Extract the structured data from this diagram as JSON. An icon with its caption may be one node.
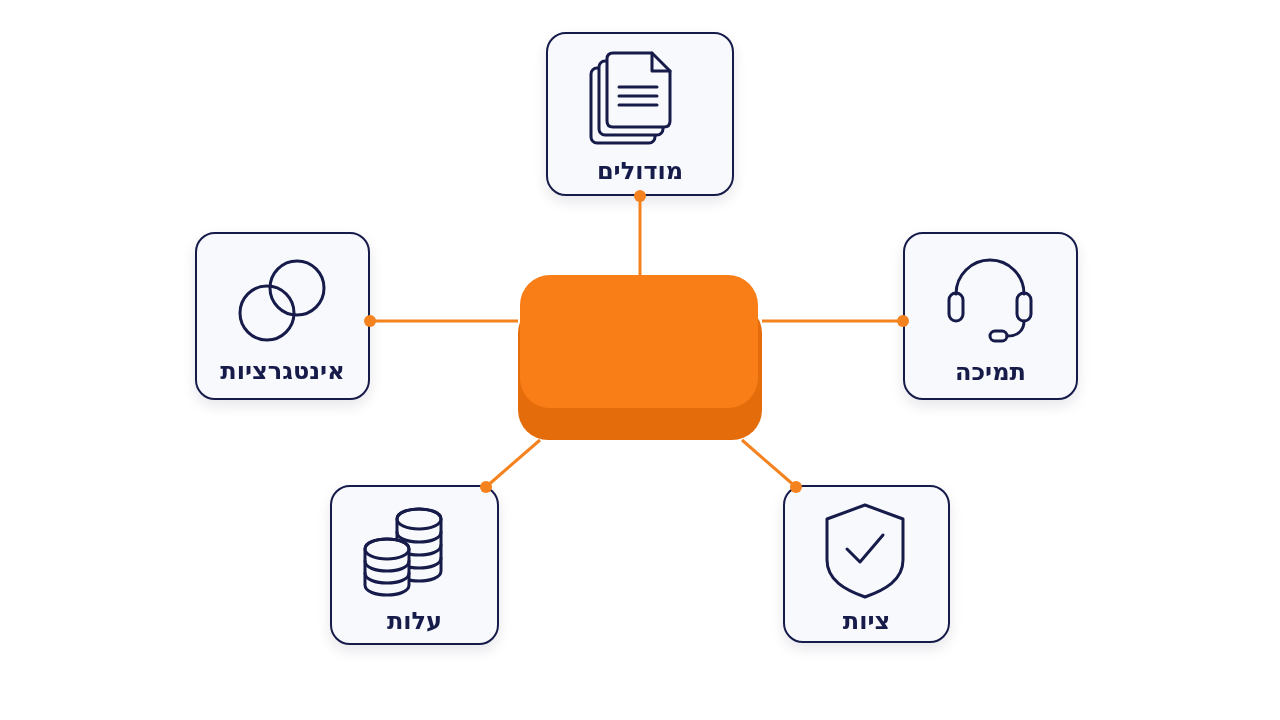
{
  "diagram": {
    "nodes": [
      {
        "text": [
          "מודולים"
        ]
      },
      {
        "text": [
          "אינטגרציות"
        ]
      },
      {
        "text": [],
        "shape": "box"
      },
      {
        "text": [
          "תמיכה"
        ]
      },
      {
        "text": [
          "עלות"
        ]
      },
      {
        "text": [
          "ציות"
        ]
      }
    ],
    "edges": [
      {
        "from": 2,
        "to": 0,
        "arrow": "other"
      },
      {
        "from": 2,
        "to": 1,
        "arrow": "other"
      },
      {
        "from": 2,
        "to": 3,
        "arrow": "other"
      },
      {
        "from": 2,
        "to": 4,
        "arrow": "other"
      },
      {
        "from": 2,
        "to": 5,
        "arrow": "other"
      }
    ]
  }
}
